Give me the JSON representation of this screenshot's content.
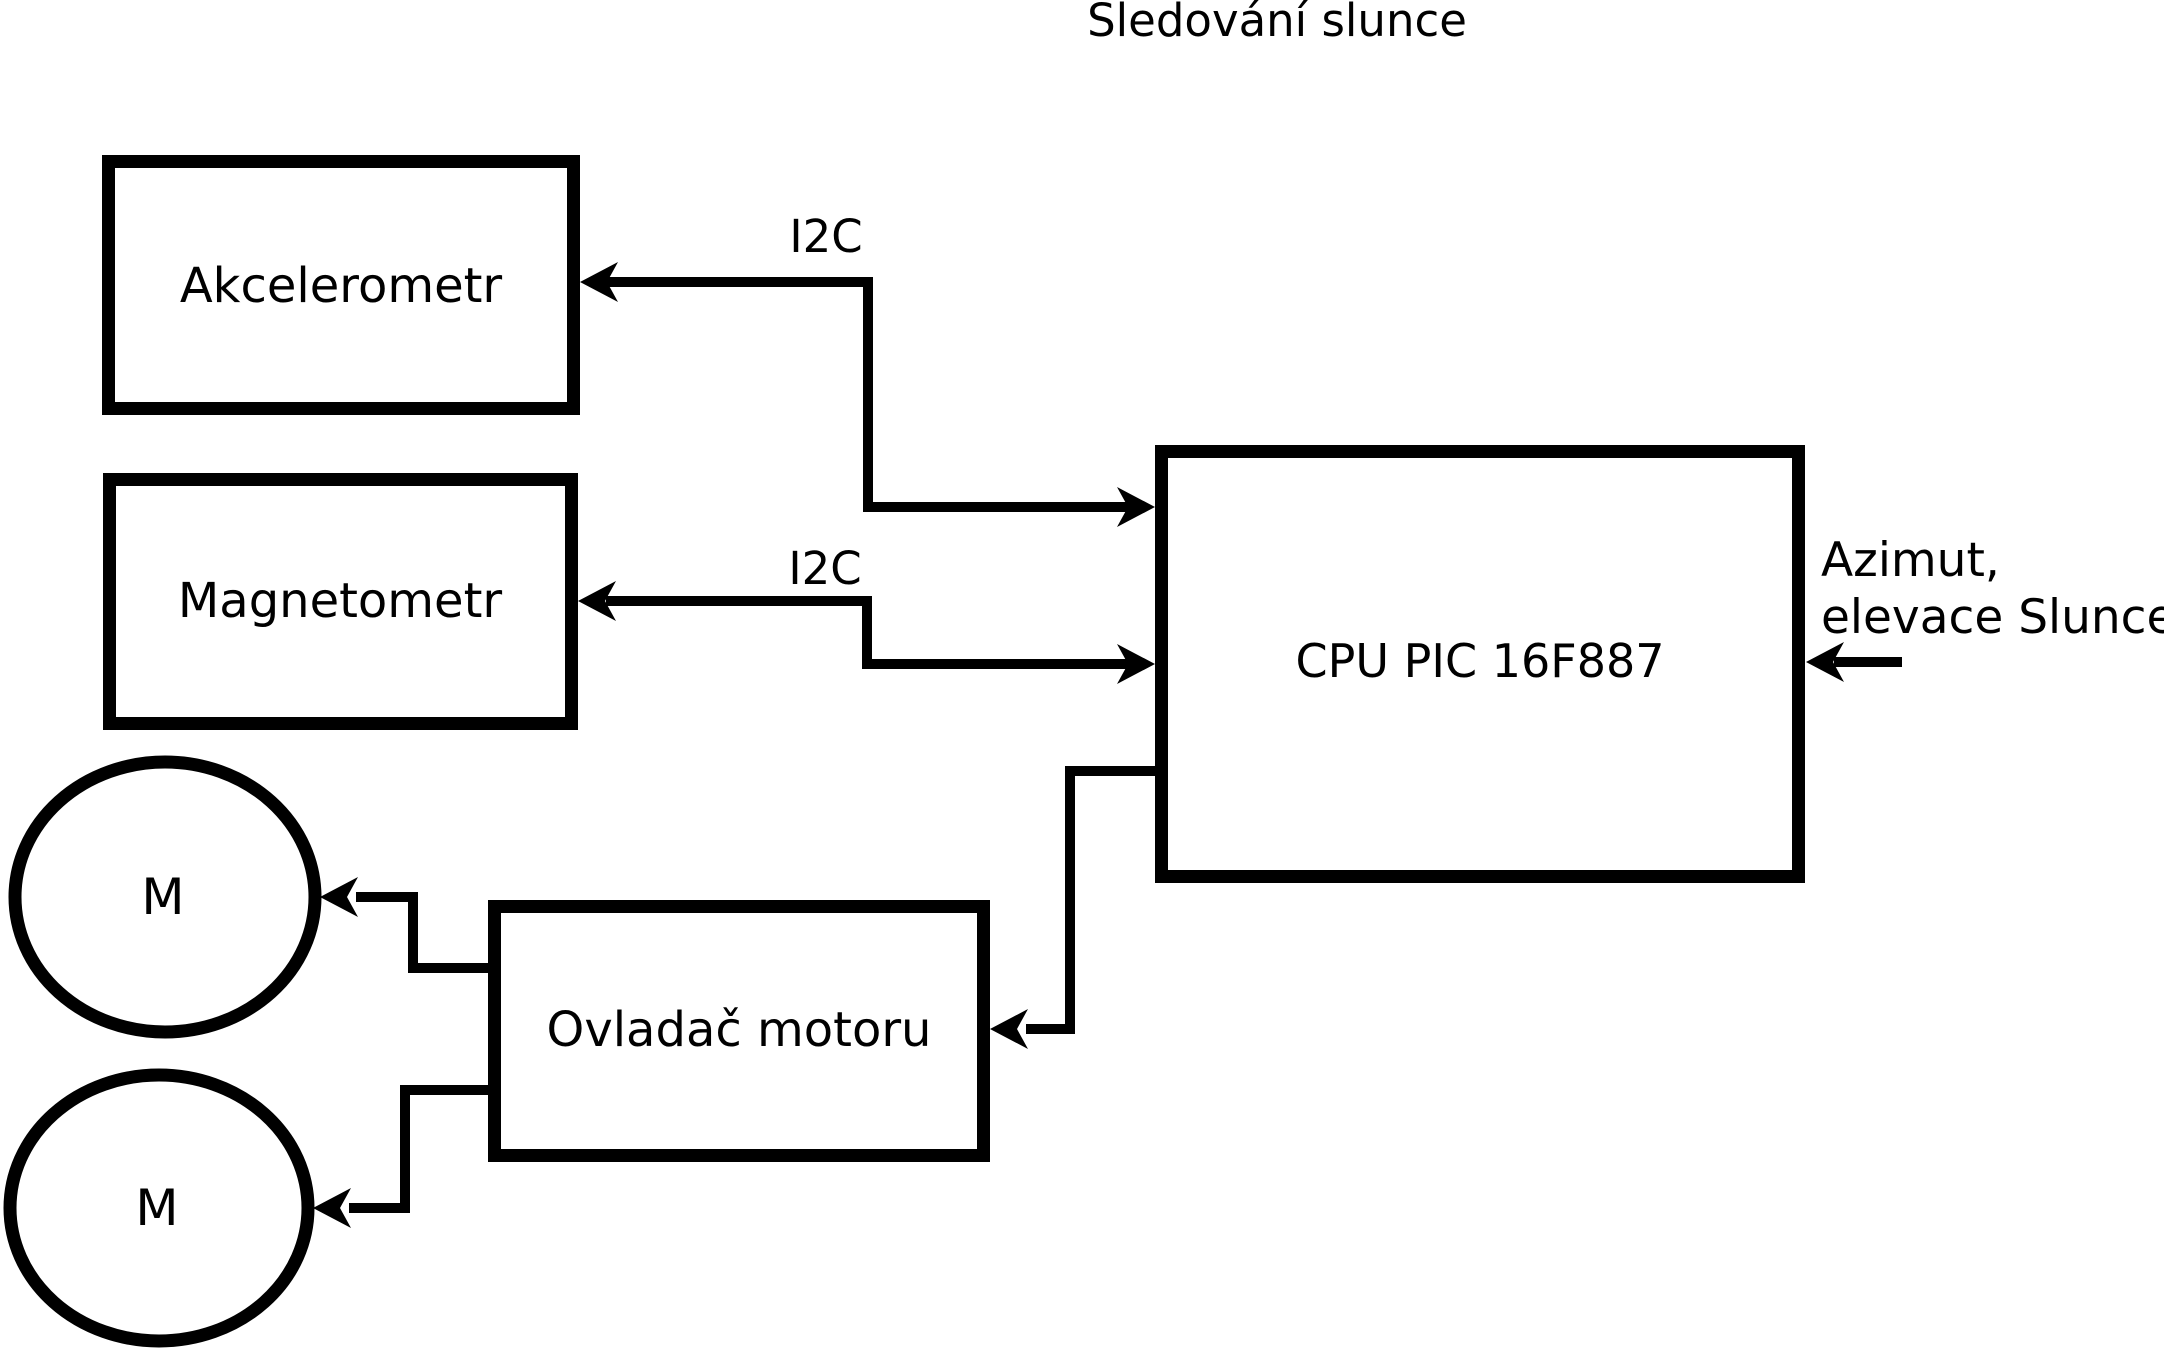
{
  "title": "Sledování slunce",
  "colors": {
    "stroke": "#000000",
    "node_fill": "#ffffff",
    "background": "#ffffff",
    "text": "#000000"
  },
  "nodes": {
    "akcelerometr": {
      "label": "Akcelerometr",
      "shape": "rect"
    },
    "magnetometr": {
      "label": "Magnetometr",
      "shape": "rect"
    },
    "cpu": {
      "label": "CPU PIC 16F887",
      "shape": "rect"
    },
    "motor_driver": {
      "label": "Ovladač motoru",
      "shape": "rect"
    },
    "motor1": {
      "label": "M",
      "shape": "circle"
    },
    "motor2": {
      "label": "M",
      "shape": "circle"
    }
  },
  "edges": {
    "i2c_akcelerometr": {
      "label": "I2C",
      "from": "cpu",
      "to": "akcelerometr",
      "bidirectional": true
    },
    "i2c_magnetometr": {
      "label": "I2C",
      "from": "cpu",
      "to": "magnetometr",
      "bidirectional": true
    },
    "azimut_input": {
      "label_line1": "Azimut,",
      "label_line2": "elevace Slunce",
      "to": "cpu"
    },
    "cpu_to_driver": {
      "from": "cpu",
      "to": "motor_driver"
    },
    "driver_to_motor1": {
      "from": "motor_driver",
      "to": "motor1"
    },
    "driver_to_motor2": {
      "from": "motor_driver",
      "to": "motor2"
    }
  }
}
